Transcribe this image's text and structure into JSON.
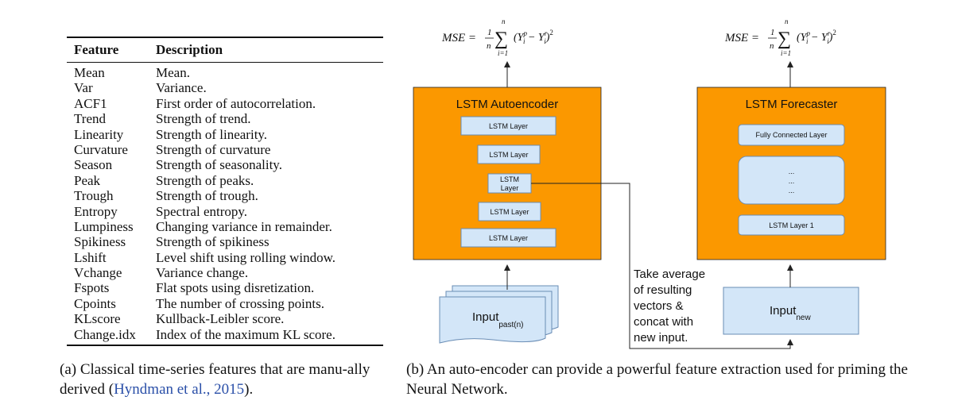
{
  "table": {
    "headers": {
      "feature": "Feature",
      "description": "Description"
    },
    "rows": [
      {
        "feature": "Mean",
        "description": "Mean."
      },
      {
        "feature": "Var",
        "description": "Variance."
      },
      {
        "feature": "ACF1",
        "description": "First order of autocorrelation."
      },
      {
        "feature": "Trend",
        "description": "Strength of trend."
      },
      {
        "feature": "Linearity",
        "description": "Strength of linearity."
      },
      {
        "feature": "Curvature",
        "description": "Strength of curvature"
      },
      {
        "feature": "Season",
        "description": "Strength of seasonality."
      },
      {
        "feature": "Peak",
        "description": "Strength of peaks."
      },
      {
        "feature": "Trough",
        "description": "Strength of trough."
      },
      {
        "feature": "Entropy",
        "description": "Spectral entropy."
      },
      {
        "feature": "Lumpiness",
        "description": "Changing variance in remainder."
      },
      {
        "feature": "Spikiness",
        "description": "Strength of spikiness"
      },
      {
        "feature": "Lshift",
        "description": "Level shift using rolling window."
      },
      {
        "feature": "Vchange",
        "description": "Variance change."
      },
      {
        "feature": "Fspots",
        "description": "Flat spots using disretization."
      },
      {
        "feature": "Cpoints",
        "description": "The number of crossing points."
      },
      {
        "feature": "KLscore",
        "description": "Kullback-Leibler score."
      },
      {
        "feature": "Change.idx",
        "description": "Index of the maximum KL score."
      }
    ]
  },
  "captions": {
    "a_prefix": "(a) Classical time-series features that are manu-ally derived (",
    "a_cite": "Hyndman et al., 2015",
    "a_suffix": ").",
    "b": "(b) An auto-encoder can provide a powerful feature extraction used for priming the Neural Network."
  },
  "diagram": {
    "formula": {
      "lhs": "MSE =",
      "frac_num": "1",
      "frac_den": "n",
      "sum_top": "n",
      "sum_sym": "∑",
      "sum_bottom": "i=1",
      "body": "(Y",
      "sup_p": "p",
      "sub_i": "i",
      "minus": " − Y",
      "sup_r": "r",
      "close": ")",
      "sq": "2"
    },
    "autoencoder": {
      "title": "LSTM Autoencoder",
      "layers": [
        "LSTM Layer",
        "LSTM Layer",
        "LSTM",
        "Layer",
        "LSTM Layer",
        "LSTM Layer"
      ]
    },
    "forecaster": {
      "title": "LSTM Forecaster",
      "fc_layer": "Fully Connected Layer",
      "dots": "...",
      "layer1": "LSTM Layer 1"
    },
    "input_past": {
      "label": "Input",
      "sub": "past(n)"
    },
    "input_new": {
      "label": "Input",
      "sub": "new"
    },
    "note_lines": [
      "Take average",
      "of resulting",
      "vectors &",
      "concat with",
      "new input."
    ],
    "colors": {
      "orange": "#fb9800",
      "box_fill": "#d3e6f8",
      "box_stroke": "#6a8db5"
    }
  }
}
